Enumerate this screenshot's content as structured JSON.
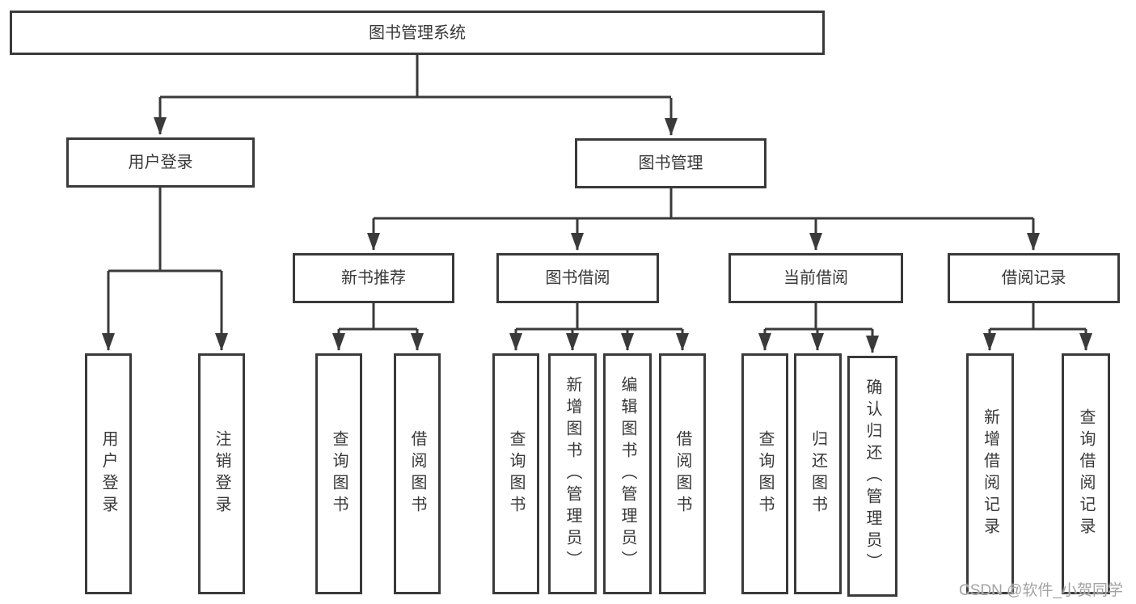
{
  "tree": {
    "label": "图书管理系统",
    "children": [
      {
        "label": "用户登录",
        "children": [
          {
            "label": "用户登录"
          },
          {
            "label": "注销登录"
          }
        ]
      },
      {
        "label": "图书管理",
        "children": [
          {
            "label": "新书推荐",
            "children": [
              {
                "label": "查询图书"
              },
              {
                "label": "借阅图书"
              }
            ]
          },
          {
            "label": "图书借阅",
            "children": [
              {
                "label": "查询图书"
              },
              {
                "label": "新增图书（管理员）"
              },
              {
                "label": "编辑图书（管理员）"
              },
              {
                "label": "借阅图书"
              }
            ]
          },
          {
            "label": "当前借阅",
            "children": [
              {
                "label": "查询图书"
              },
              {
                "label": "归还图书"
              },
              {
                "label": "确认归还（管理员）"
              }
            ]
          },
          {
            "label": "借阅记录",
            "children": [
              {
                "label": "新增借阅记录"
              },
              {
                "label": "查询借阅记录"
              }
            ]
          }
        ]
      }
    ]
  },
  "watermark": "CSDN @软件_小贺同学",
  "colors": {
    "line": "#3a3a3a",
    "text": "#383838",
    "watermark": "#a3a3a3",
    "background": "#ffffff"
  }
}
